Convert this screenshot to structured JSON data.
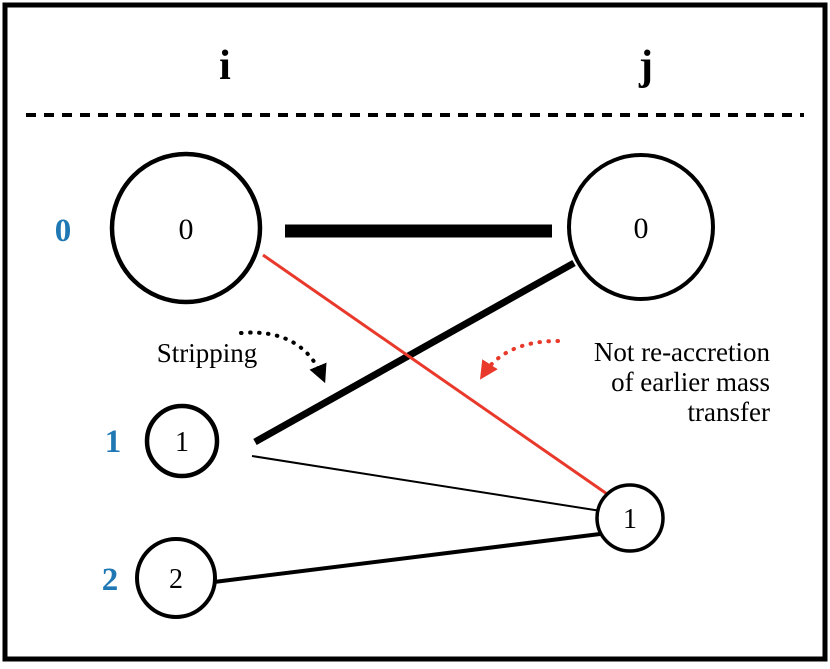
{
  "diagram": {
    "columns": {
      "left": "i",
      "right": "j"
    },
    "row_labels": [
      "0",
      "1",
      "2"
    ],
    "nodes": {
      "i0": "0",
      "i1": "1",
      "i2": "2",
      "j0": "0",
      "j1": "1"
    },
    "annotations": {
      "stripping": "Stripping",
      "not_reaccretion_lines": [
        "Not re-accretion",
        "of earlier mass",
        "transfer"
      ]
    },
    "colors": {
      "blue": "#1f78b4",
      "red": "#e8392b",
      "black": "#000000"
    }
  }
}
